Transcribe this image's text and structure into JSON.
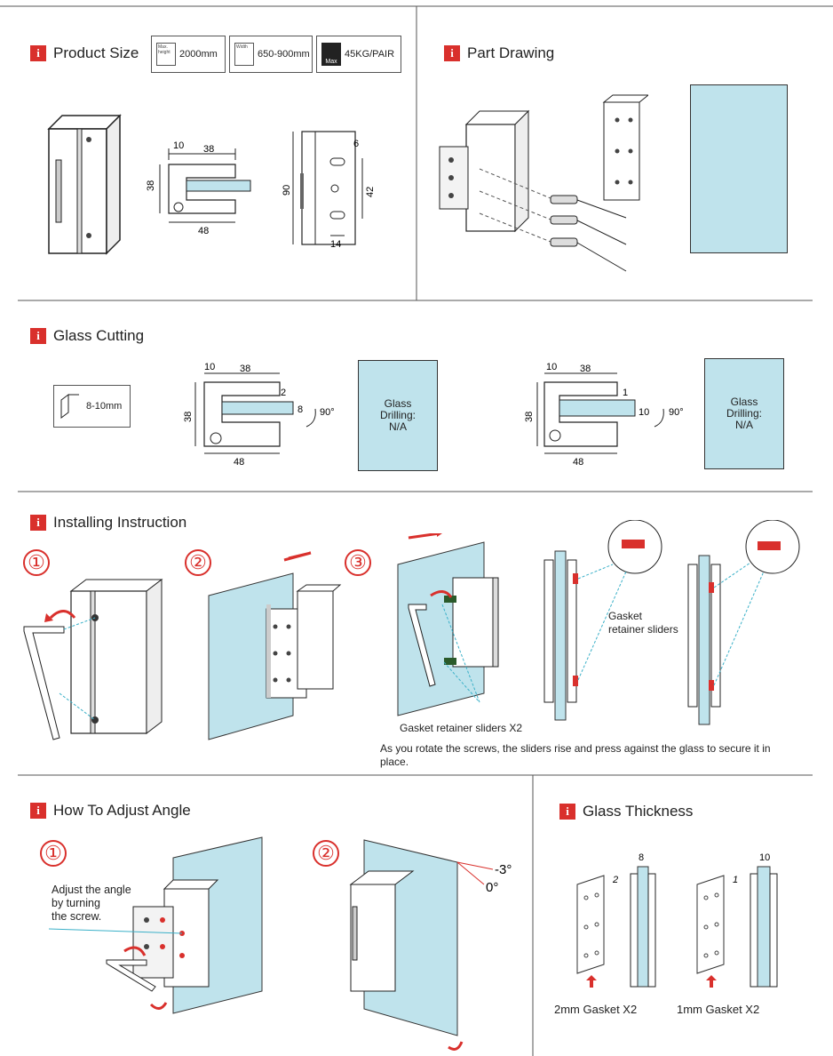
{
  "sections": {
    "product_size": "Product Size",
    "part_drawing": "Part Drawing",
    "glass_cutting": "Glass Cutting",
    "installing": "Installing Instruction",
    "adjust_angle": "How To Adjust  Angle",
    "glass_thickness": "Glass Thickness"
  },
  "specs": [
    {
      "icon_text": "Max. height",
      "value": "2000mm"
    },
    {
      "icon_text": "Width",
      "value": "650-900mm"
    },
    {
      "icon_text": "Max",
      "value": "45KG/PAIR"
    }
  ],
  "product_dims": {
    "top_10": "10",
    "top_38": "38",
    "side_38": "38",
    "bottom_48": "48",
    "height_90": "90",
    "right_6": "6",
    "right_42": "42",
    "bottom_14": "14"
  },
  "glass_cutting": {
    "thickness_label": "8-10mm",
    "left": {
      "d10": "10",
      "d38": "38",
      "gap": "2",
      "glass": "8",
      "side": "38",
      "bottom": "48",
      "angle": "90°"
    },
    "right": {
      "d10": "10",
      "d38": "38",
      "gap": "1",
      "glass": "10",
      "side": "38",
      "bottom": "48",
      "angle": "90°"
    },
    "glass_drilling": "Glass\nDrilling:\nN/A"
  },
  "installing": {
    "step1": "①",
    "step2": "②",
    "step3": "③",
    "gasket_label": "Gasket\nretainer sliders",
    "gasket_x2": "Gasket retainer sliders X2",
    "note": "As you rotate the screws, the sliders rise and press against the glass to secure it in place."
  },
  "adjust": {
    "step1": "①",
    "step2": "②",
    "instruction": "Adjust the angle\nby turning\nthe screw.",
    "angle_neg": "-3°",
    "angle_zero": "0°"
  },
  "thickness": {
    "left_gap": "2",
    "left_glass": "8",
    "left_caption": "2mm  Gasket X2",
    "right_gap": "1",
    "right_glass": "10",
    "right_caption": "1mm  Gasket X2"
  },
  "colors": {
    "accent_red": "#d9302c",
    "glass_blue": "#bfe3ec",
    "rule": "#555555"
  }
}
